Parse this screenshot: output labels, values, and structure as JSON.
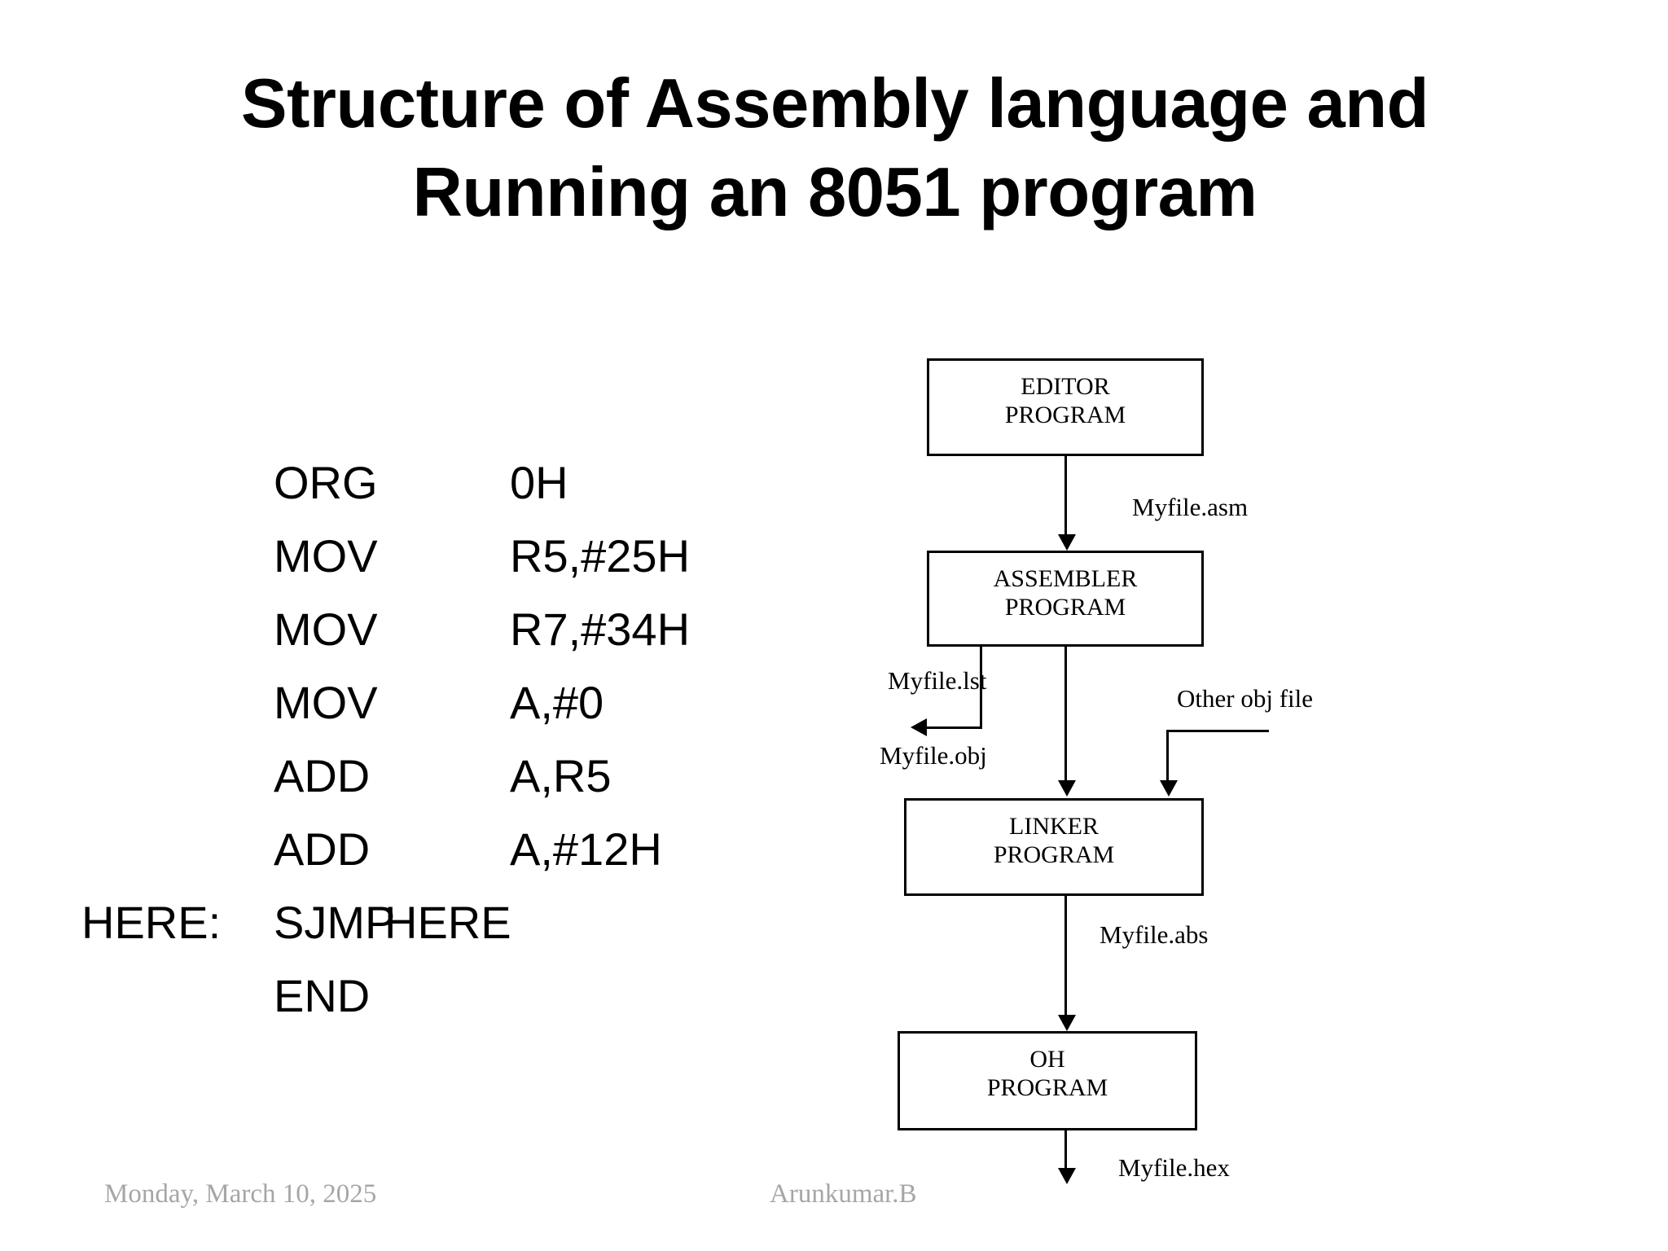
{
  "slide": {
    "title_lines": [
      "Structure of Assembly language and",
      "Running an 8051 program"
    ],
    "background_color": "#ffffff",
    "text_color": "#000000"
  },
  "code_listing": {
    "rows": [
      {
        "label": "",
        "mnemonic": "ORG",
        "operand": "0H"
      },
      {
        "label": "",
        "mnemonic": "MOV",
        "operand": "R5,#25H"
      },
      {
        "label": "",
        "mnemonic": "MOV",
        "operand": "R7,#34H"
      },
      {
        "label": "",
        "mnemonic": "MOV",
        "operand": "A,#0"
      },
      {
        "label": "",
        "mnemonic": "ADD",
        "operand": "A,R5"
      },
      {
        "label": "",
        "mnemonic": "ADD",
        "operand": "A,#12H"
      },
      {
        "label": "HERE:",
        "mnemonic": "SJMP",
        "operand": "HERE"
      },
      {
        "label": "",
        "mnemonic": "END",
        "operand": ""
      }
    ]
  },
  "flowchart": {
    "boxes": [
      {
        "name": "editor",
        "line1": "EDITOR",
        "line2": "PROGRAM"
      },
      {
        "name": "assembler",
        "line1": "ASSEMBLER",
        "line2": "PROGRAM"
      },
      {
        "name": "linker",
        "line1": "LINKER",
        "line2": "PROGRAM"
      },
      {
        "name": "oh",
        "line1": "OH",
        "line2": "PROGRAM"
      }
    ],
    "labels": {
      "asm": "Myfile.asm",
      "lst": "Myfile.lst",
      "obj": "Myfile.obj",
      "other_obj": "Other obj file",
      "abs": "Myfile.abs",
      "hex": "Myfile.hex"
    },
    "line_color": "#000000"
  },
  "footer": {
    "date": "Monday, March 10, 2025",
    "author": "Arunkumar.B",
    "color": "#a6a6a6"
  }
}
